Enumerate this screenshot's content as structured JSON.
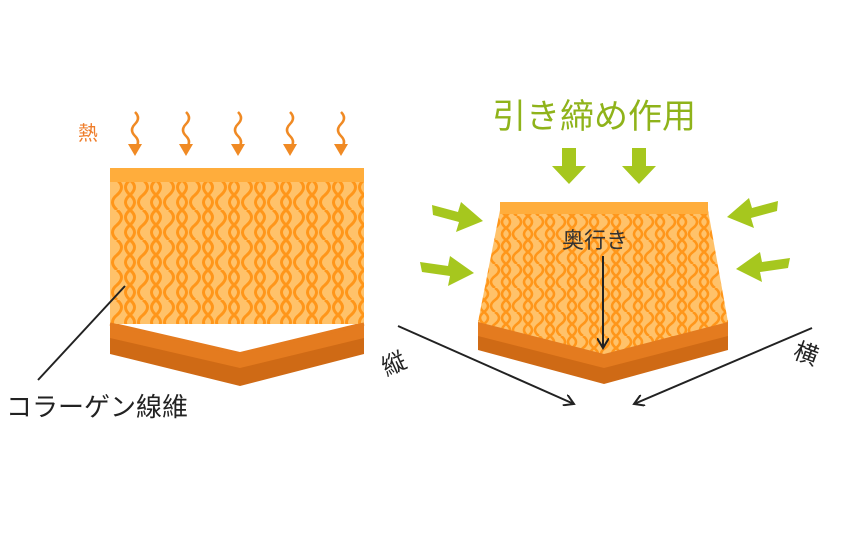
{
  "labels": {
    "heat": "熱",
    "tightening": "引き締め作用",
    "depth": "奥行き",
    "vertical": "縦",
    "horizontal": "横",
    "collagen": "コラーゲン線維"
  },
  "colors": {
    "orange_top": "#ffb040",
    "orange_face": "#ffa733",
    "orange_net": "#ff9a1a",
    "orange_base": "#e27a1e",
    "orange_base_dark": "#c96512",
    "heat_arrow": "#f08a24",
    "heat_text": "#ef7d2a",
    "green": "#a6c71e",
    "green_text": "#8fb31a",
    "line": "#222222"
  },
  "icons": {
    "heat": "wavy-arrow-down-icon",
    "force": "green-arrow-icon"
  }
}
